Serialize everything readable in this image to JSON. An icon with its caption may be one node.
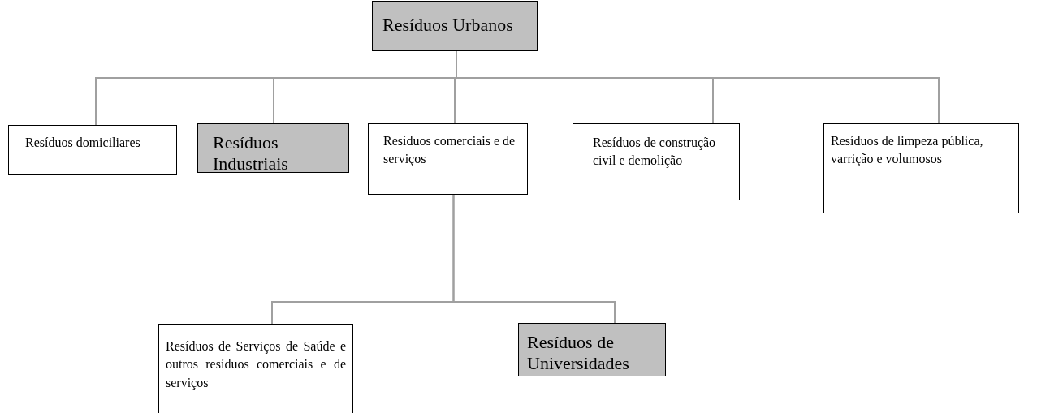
{
  "diagram": {
    "nodes": [
      {
        "text": [
          "Resíduos Urbanos"
        ]
      },
      {
        "text": [
          "Resíduos domiciliares"
        ]
      },
      {
        "text": [
          "Resíduos Industriais"
        ]
      },
      {
        "text": [
          "Resíduos comerciais e de serviços"
        ]
      },
      {
        "text": [
          "Resíduos de construção civil e demolição"
        ]
      },
      {
        "text": [
          "Resíduos de limpeza pública, varrição e volumosos"
        ]
      },
      {
        "text": [
          "Resíduos de Serviços de Saúde e outros resíduos comerciais e de serviços"
        ]
      },
      {
        "text": [
          "Resíduos de Universidades"
        ]
      }
    ],
    "edges": [
      {
        "from": 0,
        "to": 1,
        "arrow": "none"
      },
      {
        "from": 0,
        "to": 2,
        "arrow": "none"
      },
      {
        "from": 0,
        "to": 3,
        "arrow": "none"
      },
      {
        "from": 0,
        "to": 4,
        "arrow": "none"
      },
      {
        "from": 0,
        "to": 5,
        "arrow": "none"
      },
      {
        "from": 3,
        "to": 6,
        "arrow": "none"
      },
      {
        "from": 3,
        "to": 7,
        "arrow": "none"
      }
    ]
  }
}
